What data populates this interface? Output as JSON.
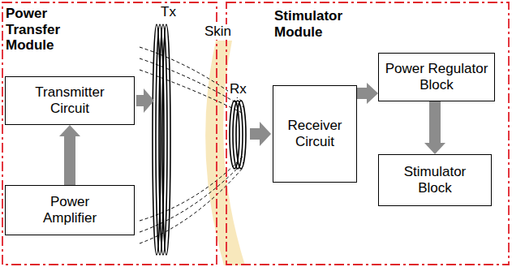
{
  "diagram": {
    "nodes": [
      {
        "text": [
          "Power Transfer Module"
        ]
      },
      {
        "text": [
          "Transmitter Circuit"
        ],
        "in": 0
      },
      {
        "text": [
          "Power Amplifier"
        ],
        "in": 0
      },
      {
        "text": [
          "Stimulator Module"
        ]
      },
      {
        "text": [
          "Receiver Circuit"
        ],
        "in": 3
      },
      {
        "text": [
          "Power Regulator Block"
        ],
        "in": 3
      },
      {
        "text": [
          "Stimulator Block"
        ],
        "in": 3
      }
    ],
    "edges": [
      {
        "from": 2,
        "to": 1,
        "arrow": "to"
      },
      {
        "from": 4,
        "to": 5,
        "arrow": "to"
      },
      {
        "from": 5,
        "to": 6,
        "arrow": "to"
      }
    ],
    "labels": [
      "Tx",
      "Skin",
      "Rx"
    ]
  }
}
